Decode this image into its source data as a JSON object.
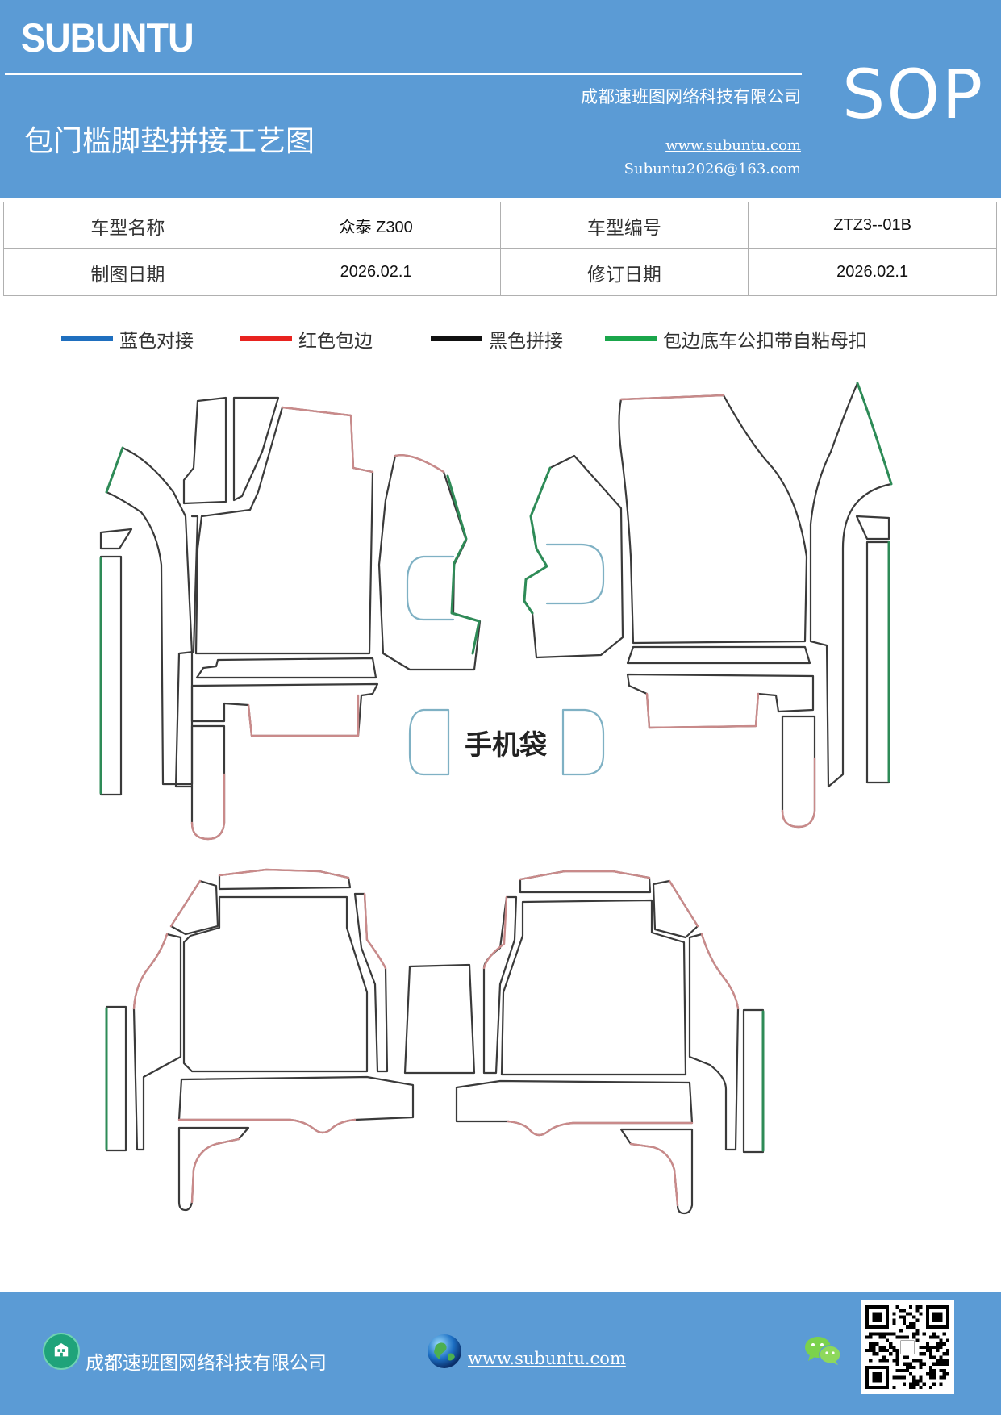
{
  "header": {
    "brand": "SUBUNTU",
    "company": "成都速班图网络科技有限公司",
    "title": "包门槛脚垫拼接工艺图",
    "website": "www.subuntu.com",
    "email": "Subuntu2026@163.com",
    "badge": "SOP"
  },
  "info": {
    "model_name_label": "车型名称",
    "model_name_value": "众泰 Z300",
    "model_code_label": "车型编号",
    "model_code_value": "ZTZ3--01B",
    "draw_date_label": "制图日期",
    "draw_date_value": "2026.02.1",
    "revise_date_label": "修订日期",
    "revise_date_value": "2026.02.1"
  },
  "legend": [
    {
      "label": "蓝色对接",
      "color": "#1f6fbf"
    },
    {
      "label": "红色包边",
      "color": "#e8231f"
    },
    {
      "label": "黑色拼接",
      "color": "#111111"
    },
    {
      "label": "包边底车公扣带自粘母扣",
      "color": "#1aa64b"
    }
  ],
  "drawing": {
    "pocket_label": "手机袋",
    "colors": {
      "black": "#3a3a3a",
      "red": "#c98a8a",
      "green": "#2e8b57",
      "blue": "#7fb1c4"
    }
  },
  "footer": {
    "company": "成都速班图网络科技有限公司",
    "website": "www.subuntu.com",
    "company_icon": "building-icon",
    "website_icon": "globe-icon",
    "wechat_icon": "wechat-icon"
  }
}
